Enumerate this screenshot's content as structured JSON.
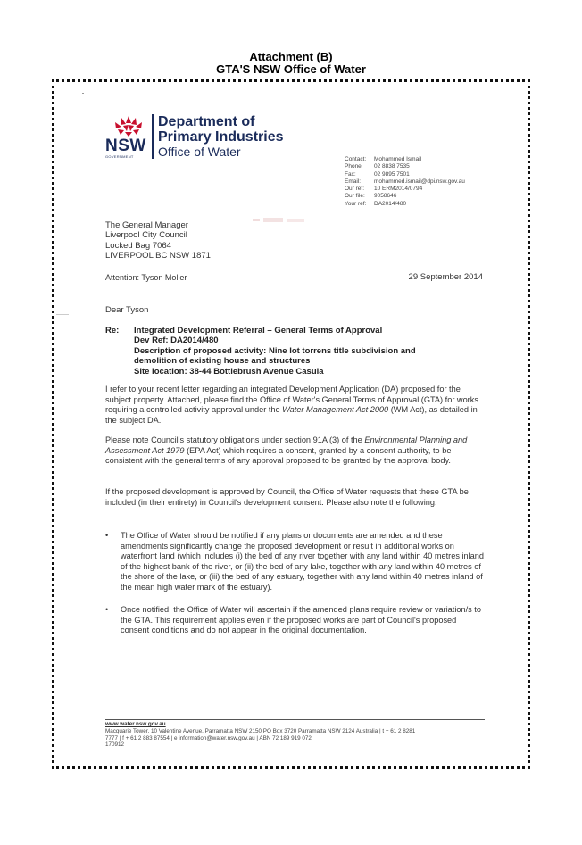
{
  "header": {
    "line1": "Attachment (B)",
    "line2": "GTA'S NSW Office of Water"
  },
  "logo": {
    "nsw": "NSW",
    "government": "GOVERNMENT",
    "dept_line1": "Department of",
    "dept_line2": "Primary Industries",
    "dept_line3": "Office of Water",
    "brand_red": "#c8102e",
    "brand_navy": "#1a2b5a"
  },
  "contact": [
    {
      "label": "Contact:",
      "value": "Mohammed Ismail"
    },
    {
      "label": "Phone:",
      "value": "02 8838 7535"
    },
    {
      "label": "Fax:",
      "value": "02 9895 7501"
    },
    {
      "label": "Email:",
      "value": "mohammed.ismail@dpi.nsw.gov.au"
    },
    {
      "label": "Our ref:",
      "value": "10 ERM2014/0794"
    },
    {
      "label": "Our file:",
      "value": "9058646"
    },
    {
      "label": "Your ref:",
      "value": "DA2014/480"
    }
  ],
  "recipient": {
    "line1": "The General Manager",
    "line2": "Liverpool City Council",
    "line3": "Locked Bag 7064",
    "line4": "LIVERPOOL BC NSW 1871"
  },
  "attention": "Attention:  Tyson Moller",
  "date": "29 September 2014",
  "salutation": "Dear Tyson",
  "re": {
    "label": "Re:",
    "line1": "Integrated Development Referral – General Terms of Approval",
    "line2": "Dev Ref:  DA2014/480",
    "line3": "Description of proposed activity:  Nine lot torrens title subdivision and",
    "line4": "demolition of existing house and structures",
    "line5": "Site location:  38-44 Bottlebrush Avenue Casula"
  },
  "paragraphs": {
    "p1_a": "I refer to your recent letter regarding an integrated Development Application (DA) proposed for the subject property.  Attached, please find the Office of Water's General Terms of Approval (GTA) for works requiring a controlled activity approval under the ",
    "p1_italic": "Water Management Act 2000",
    "p1_b": " (WM Act), as detailed in the subject DA.",
    "p2_a": "Please note Council's statutory obligations under section 91A (3) of the ",
    "p2_italic": "Environmental Planning and Assessment Act 1979",
    "p2_b": " (EPA Act) which requires a consent, granted by a consent authority, to be consistent with the general terms of any approval proposed to be granted by the approval body.",
    "p3": "If the proposed development is approved by Council, the Office of Water requests that these GTA be included (in their entirety) in Council's development consent. Please also note the following:"
  },
  "bullets": [
    {
      "symbol": "•",
      "text": "The Office of Water should be notified if any plans or documents are amended and these amendments significantly change the proposed development or result in additional works on waterfront land (which includes (i) the bed of any river together with any land within 40 metres inland of the highest bank of the river, or (ii) the bed of any lake, together with any land within 40 metres of the shore of the lake, or (iii) the bed of any estuary, together with any land within 40 metres inland of the mean high water mark of the estuary)."
    },
    {
      "symbol": "•",
      "text": "Once notified, the Office of Water will ascertain if the amended plans require review or variation/s to the GTA. This requirement applies even if the proposed works are part of Council's proposed consent conditions and do not appear in the original documentation."
    }
  ],
  "footer": {
    "url": "www.water.nsw.gov.au",
    "line1": "Macquarie Tower, 10 Valentine Avenue, Parramatta NSW 2150   PO Box 3720 Parramatta NSW 2124 Australia  |  t + 61 2 8281",
    "line2": "7777  |  f + 61 2 883 87554    |  e information@water.nsw.gov.au  |  ABN 72 189 919 072",
    "line3": "170912"
  }
}
